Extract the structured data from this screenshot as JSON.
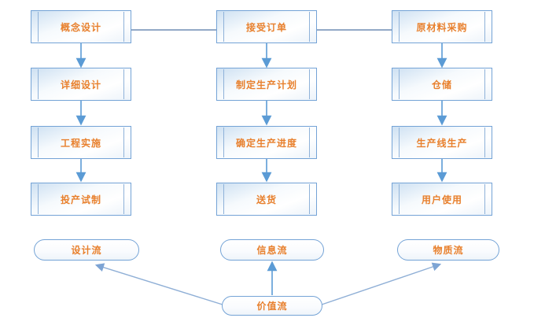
{
  "flowchart": {
    "columns": [
      {
        "steps": [
          {
            "label": "概念设计"
          },
          {
            "label": "详细设计"
          },
          {
            "label": "工程实施"
          },
          {
            "label": "投产试制"
          }
        ],
        "flow": {
          "label": "设计流"
        }
      },
      {
        "steps": [
          {
            "label": "接受订单"
          },
          {
            "label": "制定生产计划"
          },
          {
            "label": "确定生产进度"
          },
          {
            "label": "送货"
          }
        ],
        "flow": {
          "label": "信息流"
        }
      },
      {
        "steps": [
          {
            "label": "原材料采购"
          },
          {
            "label": "仓储"
          },
          {
            "label": "生产线生产"
          },
          {
            "label": "用户使用"
          }
        ],
        "flow": {
          "label": "物质流"
        }
      }
    ],
    "value_flow": {
      "label": "价值流"
    },
    "colors": {
      "box_border": "#74a3d6",
      "box_inner_bar": "#8fb2d9",
      "label_text": "#e8802d",
      "vertical_arrow": "#5b9bd5",
      "horizontal_connector": "#93a9c7",
      "diagonal_connector": "#8fafd6",
      "background": "#ffffff"
    }
  }
}
